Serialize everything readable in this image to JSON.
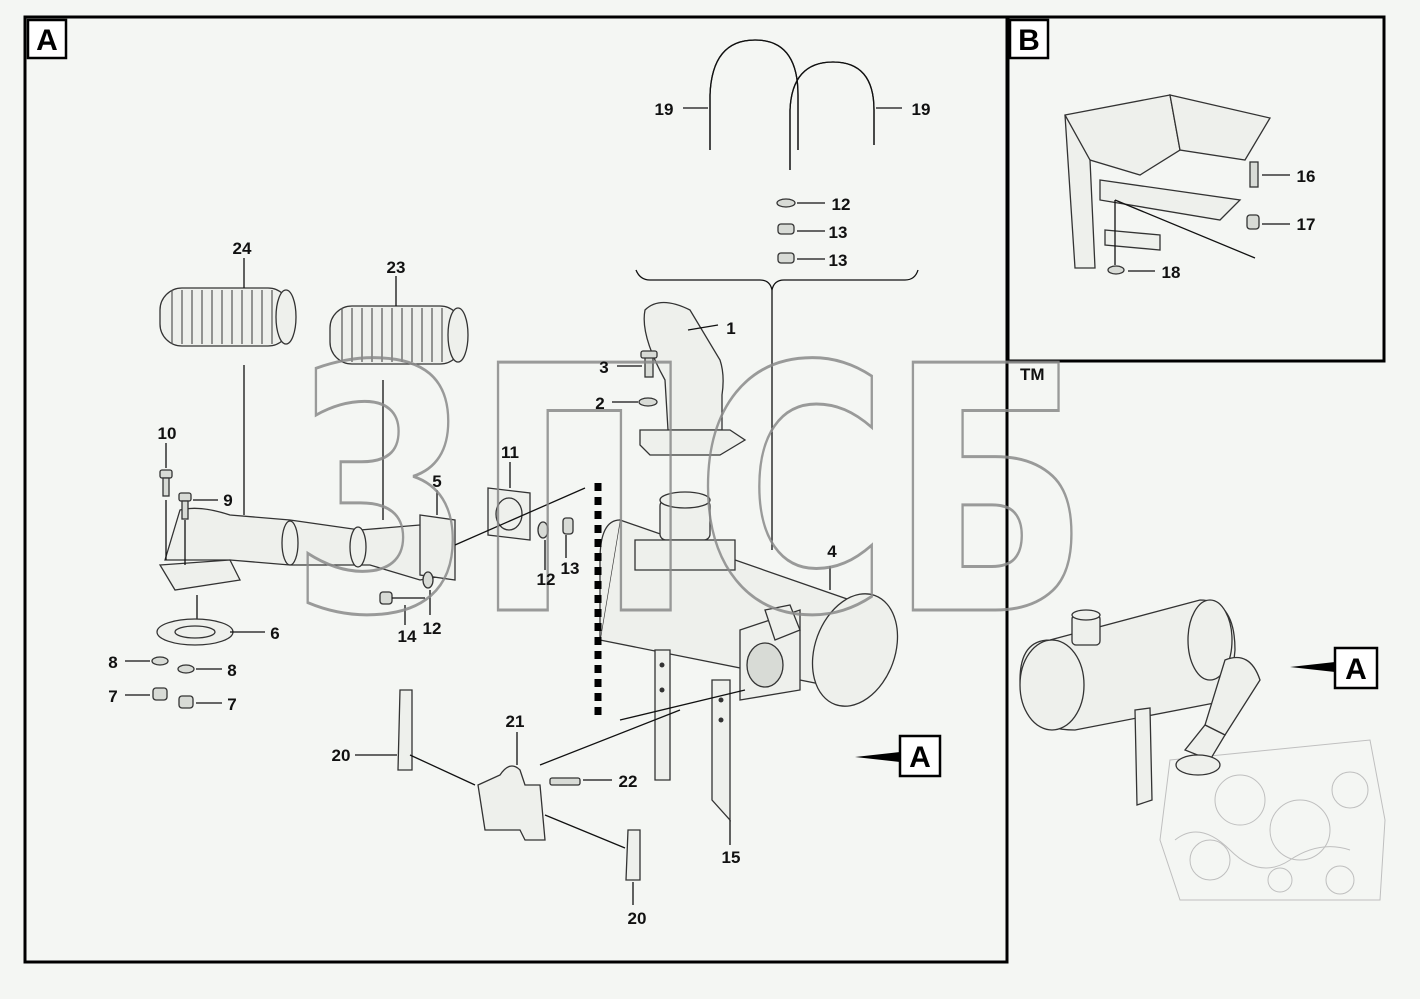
{
  "panels": {
    "a": {
      "tag": "A"
    },
    "b": {
      "tag": "B"
    }
  },
  "watermark": {
    "text": "3ПСБ",
    "tm": "TM"
  },
  "callouts": [
    {
      "key": "c1",
      "text": "1"
    },
    {
      "key": "c2",
      "text": "2"
    },
    {
      "key": "c3",
      "text": "3"
    },
    {
      "key": "c4",
      "text": "4"
    },
    {
      "key": "c5",
      "text": "5"
    },
    {
      "key": "c6",
      "text": "6"
    },
    {
      "key": "c7a",
      "text": "7"
    },
    {
      "key": "c7b",
      "text": "7"
    },
    {
      "key": "c8a",
      "text": "8"
    },
    {
      "key": "c8b",
      "text": "8"
    },
    {
      "key": "c9",
      "text": "9"
    },
    {
      "key": "c10",
      "text": "10"
    },
    {
      "key": "c11",
      "text": "11"
    },
    {
      "key": "c12a",
      "text": "12"
    },
    {
      "key": "c12b",
      "text": "12"
    },
    {
      "key": "c12c",
      "text": "12"
    },
    {
      "key": "c13a",
      "text": "13"
    },
    {
      "key": "c13b",
      "text": "13"
    },
    {
      "key": "c13c",
      "text": "13"
    },
    {
      "key": "c14",
      "text": "14"
    },
    {
      "key": "c15",
      "text": "15"
    },
    {
      "key": "c16",
      "text": "16"
    },
    {
      "key": "c17",
      "text": "17"
    },
    {
      "key": "c18",
      "text": "18"
    },
    {
      "key": "c19a",
      "text": "19"
    },
    {
      "key": "c19b",
      "text": "19"
    },
    {
      "key": "c20a",
      "text": "20"
    },
    {
      "key": "c20b",
      "text": "20"
    },
    {
      "key": "c21",
      "text": "21"
    },
    {
      "key": "c22",
      "text": "22"
    },
    {
      "key": "c23",
      "text": "23"
    },
    {
      "key": "c24",
      "text": "24"
    }
  ],
  "view_refs": [
    {
      "key": "ref_a_main",
      "text": "A"
    },
    {
      "key": "ref_a_inset",
      "text": "A"
    }
  ]
}
